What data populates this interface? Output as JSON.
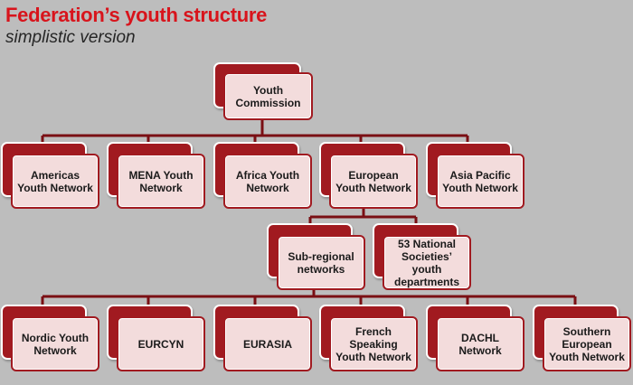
{
  "header": {
    "title": "Federation’s youth structure",
    "subtitle": "simplistic version"
  },
  "nodes": {
    "youth_commission": "Youth Commission",
    "americas": "Americas Youth Network",
    "mena": "MENA Youth Network",
    "africa": "Africa Youth Network",
    "european": "European Youth Network",
    "asia_pacific": "Asia Pacific Youth Network",
    "sub_regional": "Sub-regional networks",
    "national_societies": "53 National Societies’ youth departments",
    "nordic": "Nordic Youth Network",
    "eurcyn": "EURCYN",
    "eurasia": "EURASIA",
    "french_speaking": "French Speaking Youth Network",
    "dachl": "DACHL Network",
    "southern_european": "Southern European Youth Network"
  },
  "colors": {
    "title": "#d8141c",
    "accent": "#a11a20",
    "box_fill": "#f3dcdc",
    "background": "#bdbdbd"
  }
}
